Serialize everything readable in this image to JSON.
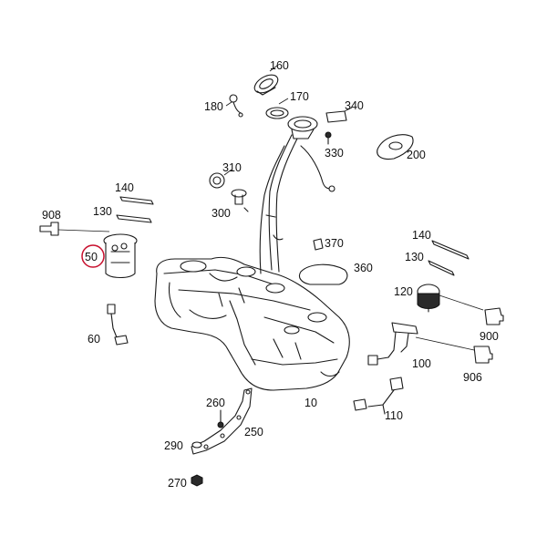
{
  "diagram": {
    "labels": {
      "p160": "160",
      "p170": "170",
      "p180": "180",
      "p340": "340",
      "p330": "330",
      "p200": "200",
      "p310": "310",
      "p300": "300",
      "p140_left": "140",
      "p130_left": "130",
      "p908": "908",
      "p50": "50",
      "p60": "60",
      "p370": "370",
      "p360": "360",
      "p140_right": "140",
      "p130_right": "130",
      "p120": "120",
      "p900": "900",
      "p100": "100",
      "p906": "906",
      "p10": "10",
      "p260": "260",
      "p250": "250",
      "p290": "290",
      "p270": "270",
      "p110": "110"
    },
    "highlighted_part": "50",
    "colors": {
      "line": "#1a1a1a",
      "highlight_circle": "#c8102e",
      "background": "#ffffff"
    }
  }
}
